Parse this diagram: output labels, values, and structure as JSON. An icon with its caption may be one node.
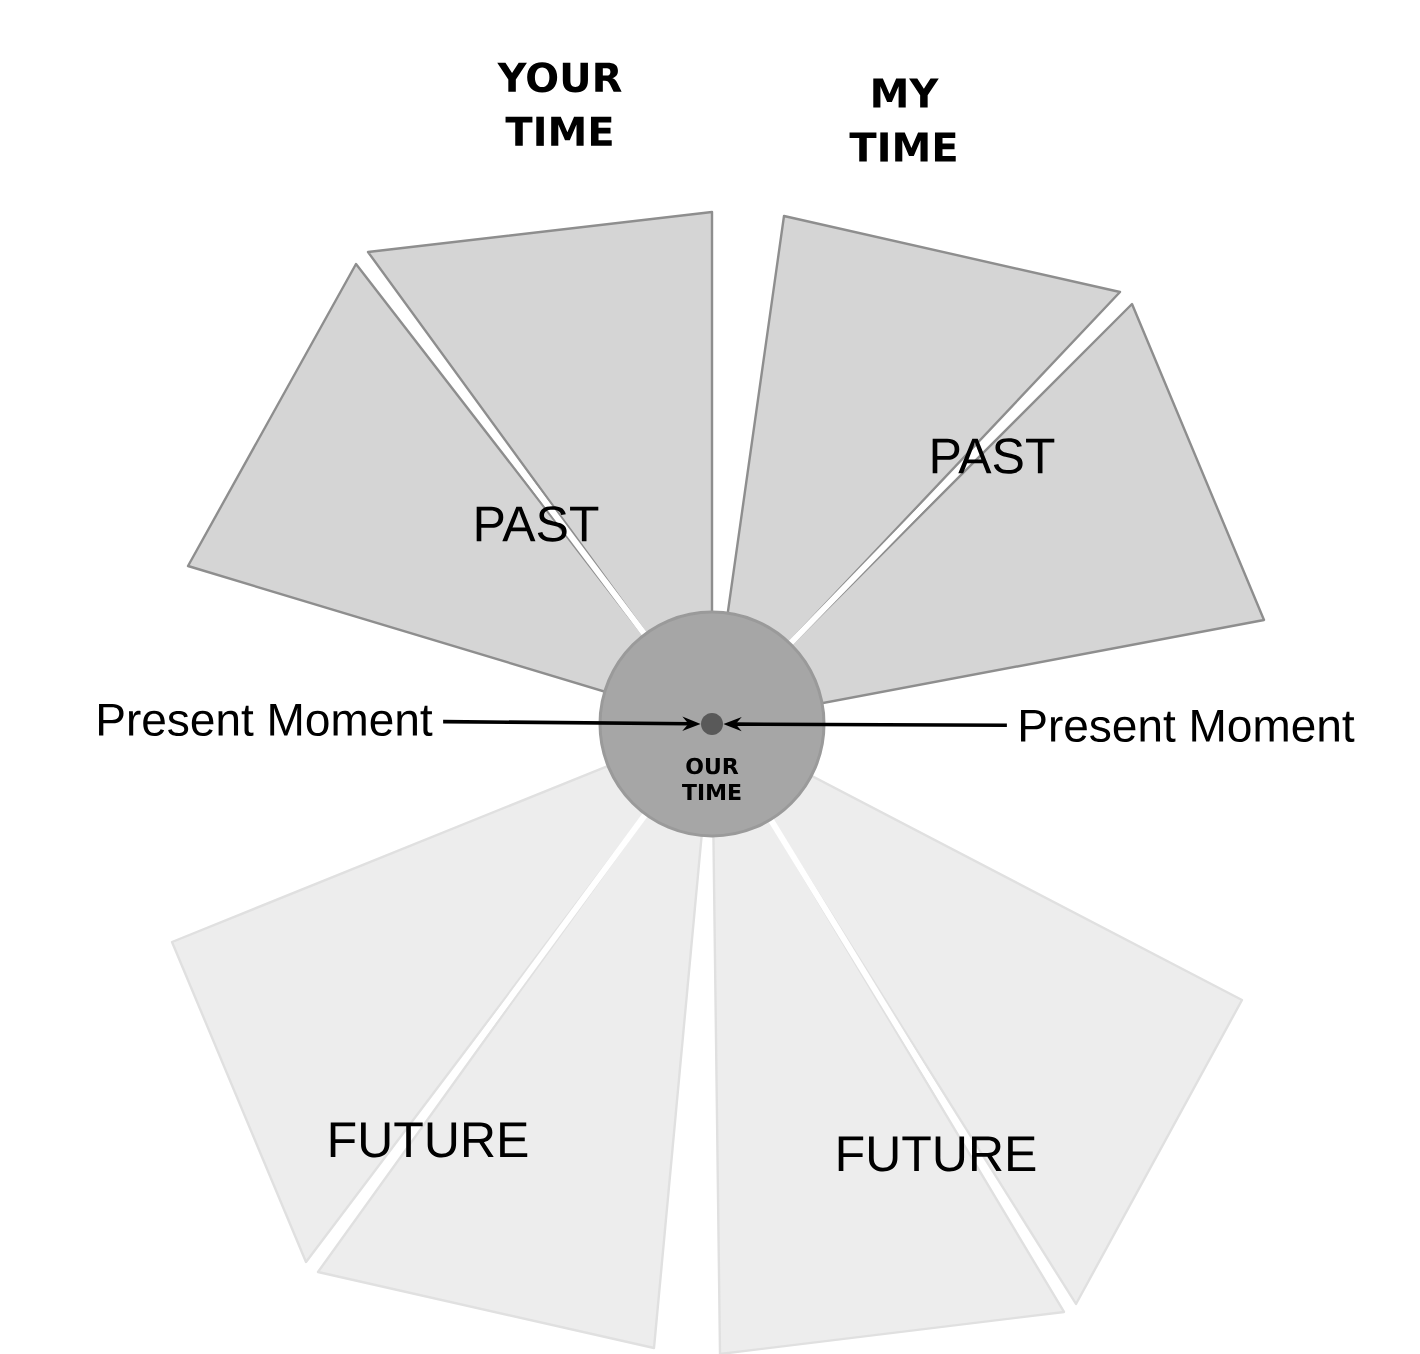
{
  "diagram": {
    "nodes": [
      {
        "text": [
          "Present Moment"
        ]
      },
      {
        "text": [
          "Present Moment"
        ]
      },
      {
        "text": [
          "OUR TIME"
        ]
      },
      {
        "text": [],
        "shape": "circle",
        "in": 2
      }
    ],
    "edges": [
      {
        "from": 0,
        "to": 3,
        "arrow": "to"
      },
      {
        "from": 1,
        "to": 3,
        "arrow": "to"
      }
    ],
    "labels": [
      "YOUR TIME",
      "MY TIME",
      "PAST",
      "PAST",
      "FUTURE",
      "FUTURE"
    ]
  }
}
